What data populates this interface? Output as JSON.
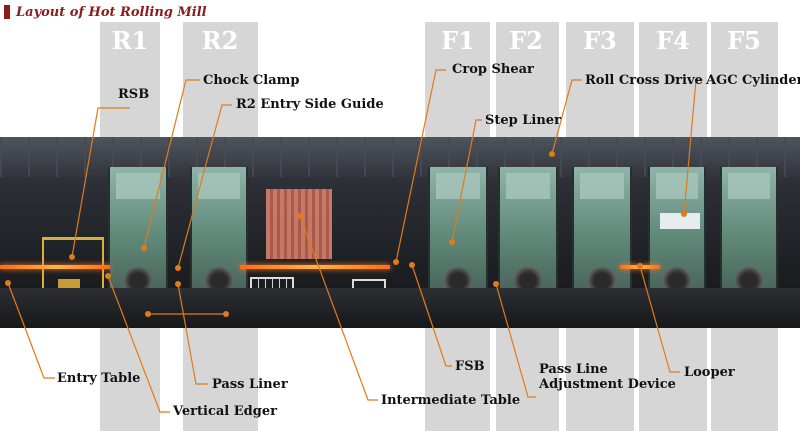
{
  "title": "Layout of Hot Rolling Mill",
  "stands": [
    "R1",
    "R2",
    "F1",
    "F2",
    "F3",
    "F4",
    "F5"
  ],
  "labels": {
    "rsb": "RSB",
    "chock_clamp": "Chock Clamp",
    "r2_entry_side_guide": "R2 Entry Side Guide",
    "crop_shear": "Crop Shear",
    "roll_cross_drive": "Roll Cross Drive",
    "agc_cylinder": "AGC Cylinder",
    "step_liner": "Step Liner",
    "entry_table": "Entry Table",
    "pass_liner": "Pass Liner",
    "vertical_edger": "Vertical Edger",
    "fsb": "FSB",
    "intermediate_table": "Intermediate Table",
    "pass_line_adjustment_line1": "Pass Line",
    "pass_line_adjustment_line2": "Adjustment Device",
    "looper": "Looper"
  },
  "colors": {
    "title": "#8a1c1c",
    "band": "#d6d6d6",
    "leader": "#e07b1a"
  }
}
